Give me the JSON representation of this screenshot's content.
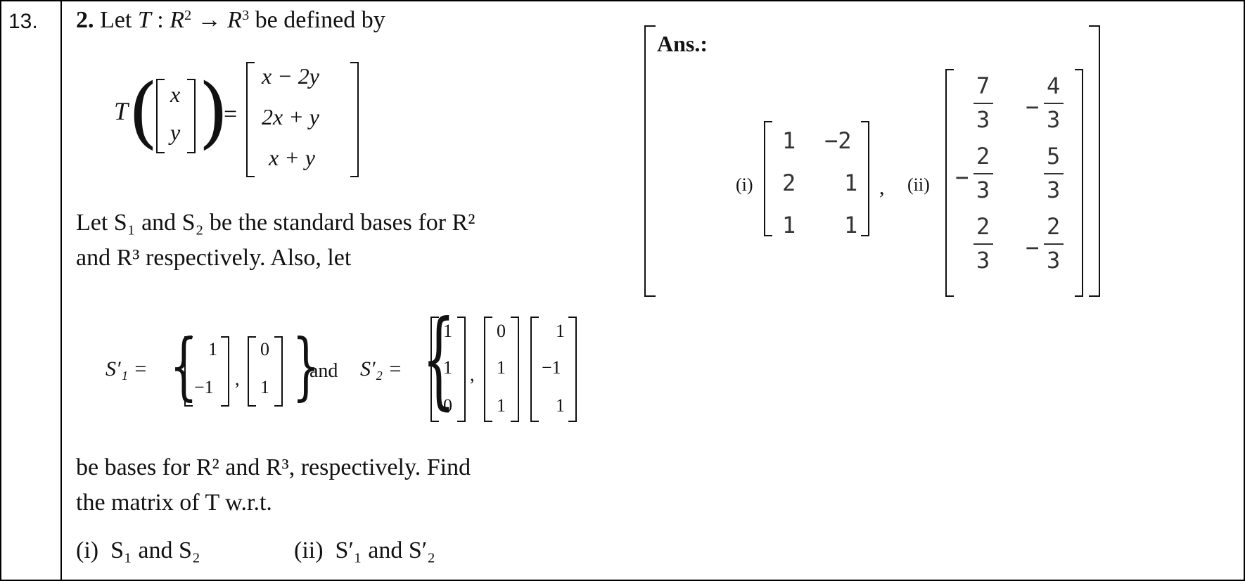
{
  "question_number": "13.",
  "problem": {
    "label": "2.",
    "intro": "Let T : R² → R³ be defined by",
    "map_symbol": "T",
    "input_vector": [
      "x",
      "y"
    ],
    "output_vector": [
      "x − 2y",
      "2x + y",
      "x + y"
    ],
    "bases_sentence_1": "Let S₁ and S₂ be the standard bases for R²",
    "bases_sentence_2": "and R³ respectively. Also, let",
    "s1_prime_label": "S′₁ =",
    "s1_prime_vectors": [
      [
        "1",
        "−1"
      ],
      [
        "0",
        "1"
      ]
    ],
    "and_text": "and",
    "s2_prime_label": "S′₂ =",
    "s2_prime_vectors": [
      [
        "1",
        "1",
        "0"
      ],
      [
        "0",
        "1",
        "1"
      ],
      [
        "1",
        "−1",
        "1"
      ]
    ],
    "find_sentence_1": "be bases for R² and R³, respectively. Find",
    "find_sentence_2": "the matrix of T w.r.t.",
    "part_i": "(i)  S₁ and S₂",
    "part_ii": "(ii)  S′₁ and S′₂"
  },
  "answer": {
    "label": "Ans.:",
    "part_i_label": "(i)",
    "matrix_i": [
      [
        "1",
        "−2"
      ],
      [
        "2",
        "1"
      ],
      [
        "1",
        "1"
      ]
    ],
    "separator": ",",
    "part_ii_label": "(ii)",
    "matrix_ii": [
      [
        {
          "sign": "",
          "num": "7",
          "den": "3"
        },
        {
          "sign": "−",
          "num": "4",
          "den": "3"
        }
      ],
      [
        {
          "sign": "−",
          "num": "2",
          "den": "3"
        },
        {
          "sign": "",
          "num": "5",
          "den": "3"
        }
      ],
      [
        {
          "sign": "",
          "num": "2",
          "den": "3"
        },
        {
          "sign": "−",
          "num": "2",
          "den": "3"
        }
      ]
    ]
  }
}
